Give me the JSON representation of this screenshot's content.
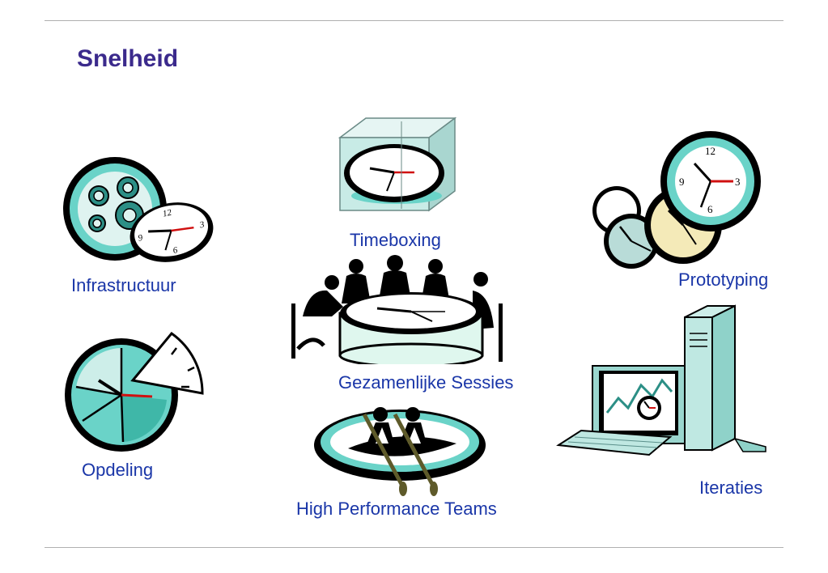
{
  "slide": {
    "title": "Snelheid",
    "colors": {
      "title": "#3b2a8c",
      "label": "#1a36a8",
      "teal": "#6ad3c8",
      "teal_dark": "#2c8f86",
      "clock_face": "#ffffff",
      "outline": "#000000",
      "cream": "#f4eab8",
      "glass": "#bfe3df"
    },
    "items": [
      {
        "label": "Infrastructuur",
        "icon": "gears-clock-icon"
      },
      {
        "label": "Timeboxing",
        "icon": "clock-in-box-icon"
      },
      {
        "label": "Prototyping",
        "icon": "stacked-clocks-icon"
      },
      {
        "label": "Gezamenlijke Sessies",
        "icon": "meeting-table-clock-icon"
      },
      {
        "label": "Opdeling",
        "icon": "sliced-clock-icon"
      },
      {
        "label": "High Performance Teams",
        "icon": "rowing-team-icon"
      },
      {
        "label": "Iteraties",
        "icon": "computer-chart-clock-icon"
      }
    ],
    "clock_numerals": [
      "12",
      "3",
      "6",
      "9"
    ]
  }
}
